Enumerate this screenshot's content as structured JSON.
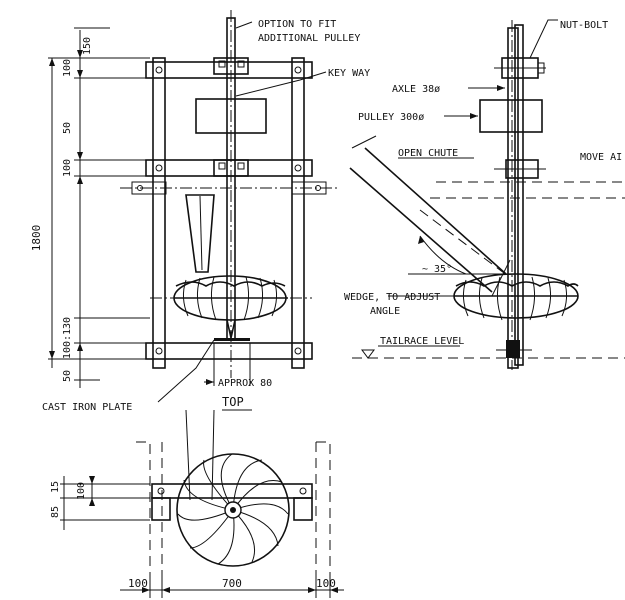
{
  "front_view": {
    "option_pulley_line1": "OPTION TO FIT",
    "option_pulley_line2": "ADDITIONAL PULLEY",
    "key_way": "KEY WAY",
    "cast_iron_plate": "CAST IRON PLATE",
    "approx": "APPROX 80",
    "top_label": "TOP",
    "dims": {
      "d150": "150",
      "d100a": "100",
      "d50x": "50",
      "d100b": "100",
      "d1800": "1800",
      "d130": "100:130",
      "d50": "50"
    }
  },
  "side_view": {
    "nut_bolt": "NUT-BOLT",
    "axle": "AXLE 38ø",
    "pulley": "PULLEY 300ø",
    "open_chute": "OPEN CHUTE",
    "movea": "MOVE AI",
    "angle": "~ 35°",
    "wedge_line1": "WEDGE, TO ADJUST",
    "wedge_line2": "ANGLE",
    "tailrace": "TAILRACE LEVEL"
  },
  "top_view": {
    "d85": "85",
    "d15": "15",
    "d100v": "100",
    "d100l": "100",
    "d700": "700",
    "d100r": "100"
  }
}
